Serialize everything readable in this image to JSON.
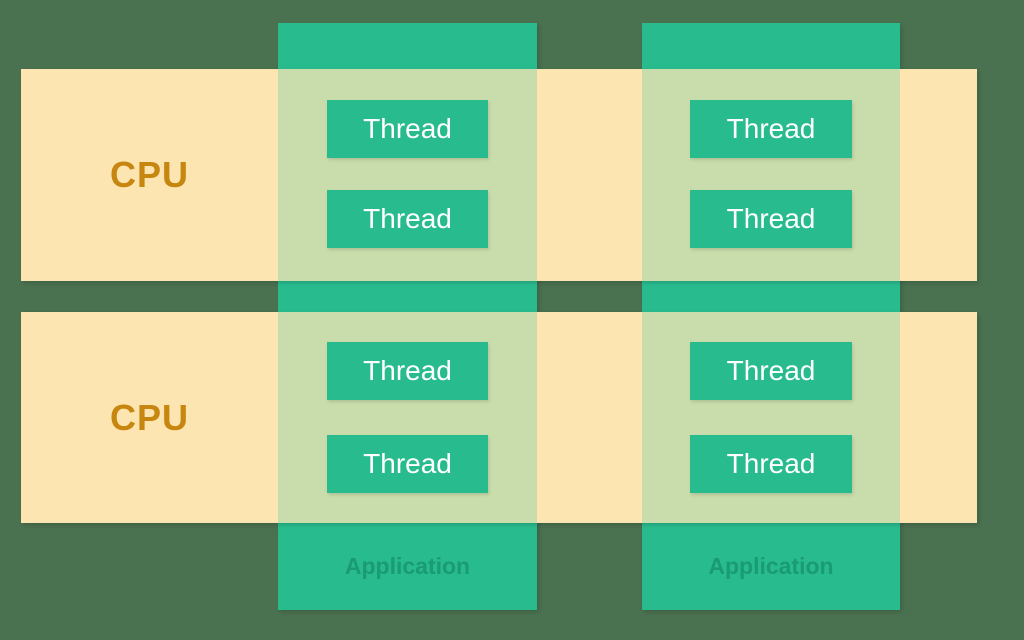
{
  "colors": {
    "canvas_bg": "#4a7150",
    "application_fill": "#28bb8e",
    "cpu_fill": "#fde5b2",
    "overlap_fill": "#c9dcab",
    "thread_fill": "#28bb8e",
    "thread_text": "#ffffff",
    "cpu_text": "#c6860f",
    "application_text": "#1a9b72"
  },
  "cpus": [
    {
      "label": "CPU"
    },
    {
      "label": "CPU"
    }
  ],
  "applications": [
    {
      "label": "Application",
      "threads": [
        "Thread",
        "Thread",
        "Thread",
        "Thread"
      ]
    },
    {
      "label": "Application",
      "threads": [
        "Thread",
        "Thread",
        "Thread",
        "Thread"
      ]
    }
  ]
}
